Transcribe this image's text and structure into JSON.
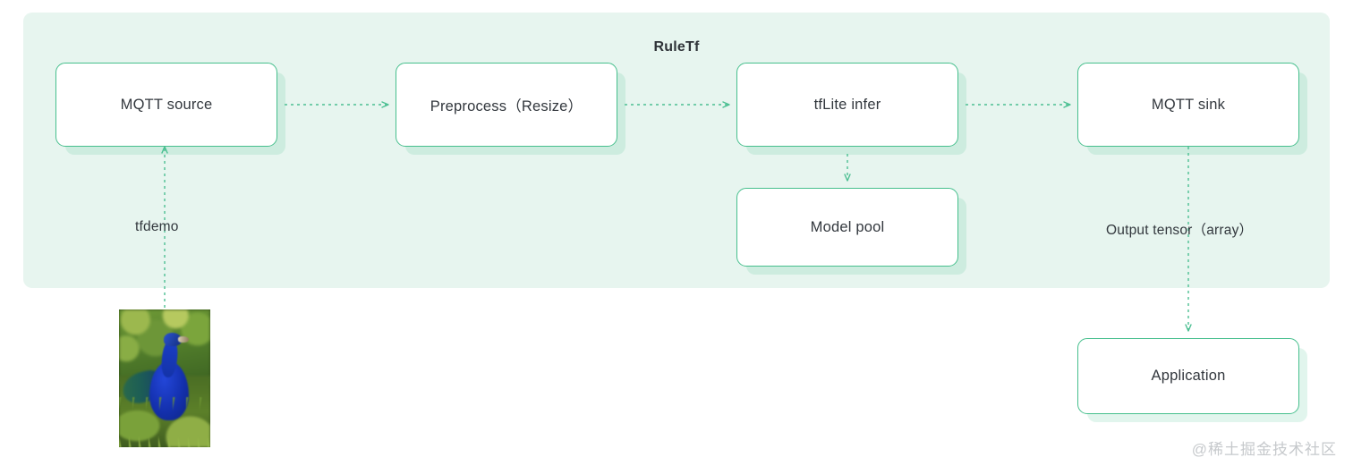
{
  "diagram": {
    "group": {
      "title": "RuleTf",
      "background_color": "#e7f5ef"
    },
    "node_border_color": "#46bf8d",
    "edge_color": "#4cbf92",
    "nodes": [
      {
        "id": "mqtt-source",
        "label": "MQTT source"
      },
      {
        "id": "preprocess",
        "label": "Preprocess（Resize）"
      },
      {
        "id": "tflite-infer",
        "label": "tfLite infer"
      },
      {
        "id": "mqtt-sink",
        "label": "MQTT sink"
      },
      {
        "id": "model-pool",
        "label": "Model pool"
      },
      {
        "id": "application",
        "label": "Application"
      }
    ],
    "edge_labels": {
      "tfdemo": "tfdemo",
      "output_tensor": "Output tensor（array）"
    },
    "image": {
      "name": "peacock-photo",
      "alt": "Peacock standing in green grass"
    }
  },
  "watermark": {
    "text": "@稀土掘金技术社区"
  }
}
